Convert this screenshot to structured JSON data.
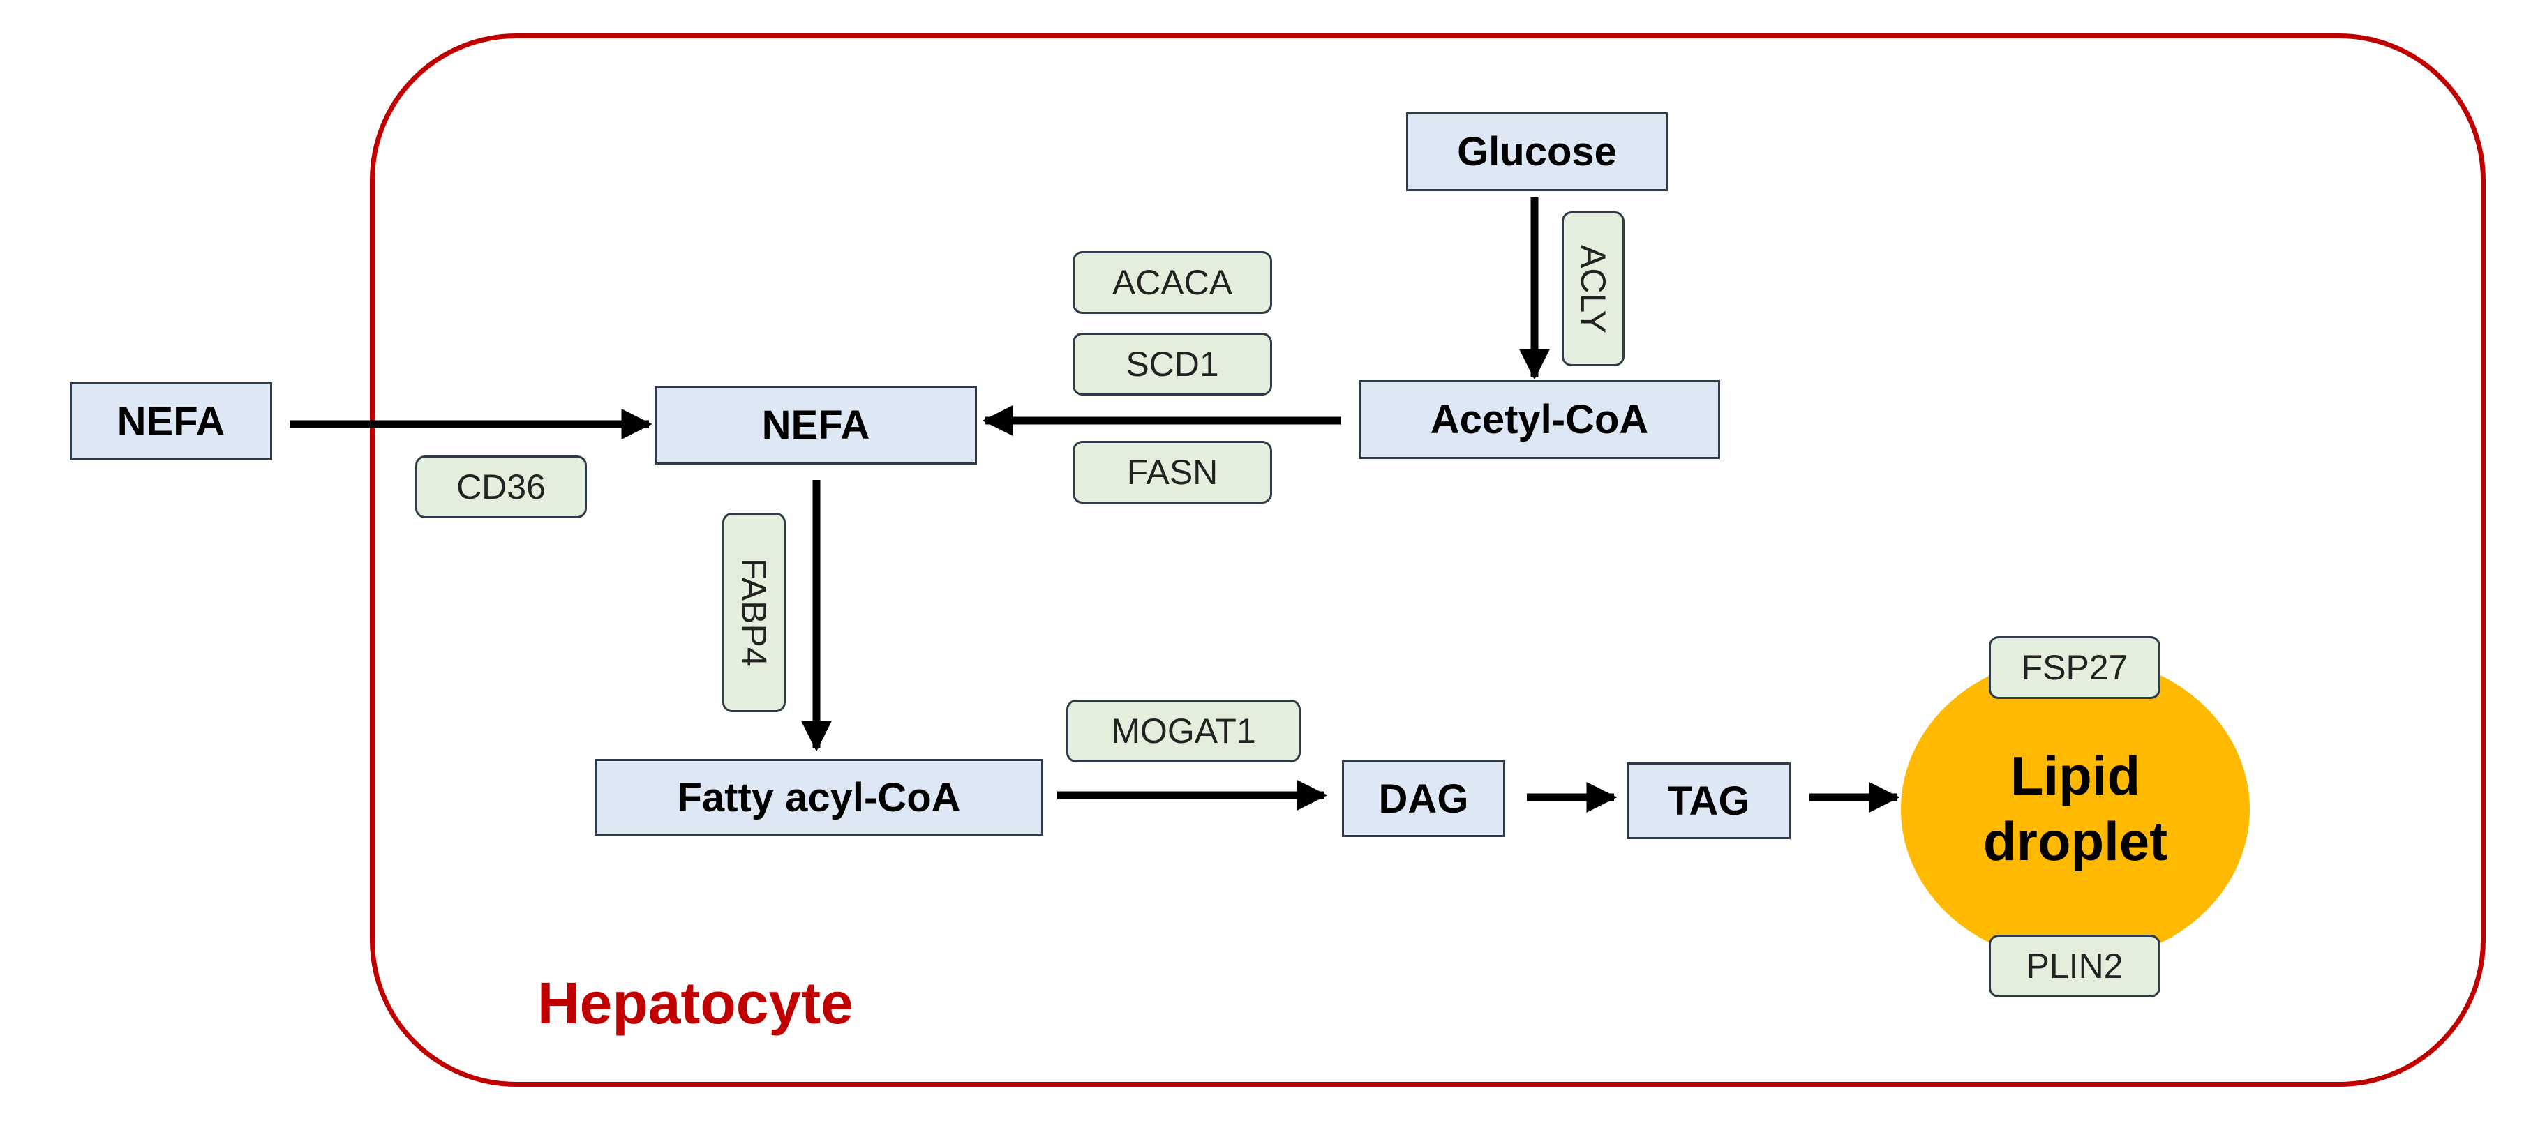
{
  "cell_name": "Hepatocyte",
  "metabolites": {
    "nefa_external": "NEFA",
    "nefa_internal": "NEFA",
    "glucose": "Glucose",
    "acetyl_coa": "Acetyl-CoA",
    "fatty_acyl_coa": "Fatty acyl-CoA",
    "dag": "DAG",
    "tag": "TAG"
  },
  "lipid_droplet": {
    "line1": "Lipid",
    "line2": "droplet"
  },
  "enzymes": {
    "cd36": "CD36",
    "acaca": "ACACA",
    "scd1": "SCD1",
    "fasn": "FASN",
    "acly": "ACLY",
    "fabp4": "FABP4",
    "mogat1": "MOGAT1",
    "fsp27": "FSP27",
    "plin2": "PLIN2"
  },
  "colors": {
    "membrane": "#c00000",
    "metabolite_fill": "#dde8f4",
    "enzyme_fill": "#e3efdc",
    "droplet_fill": "#ffb900",
    "arrow": "#000000"
  }
}
